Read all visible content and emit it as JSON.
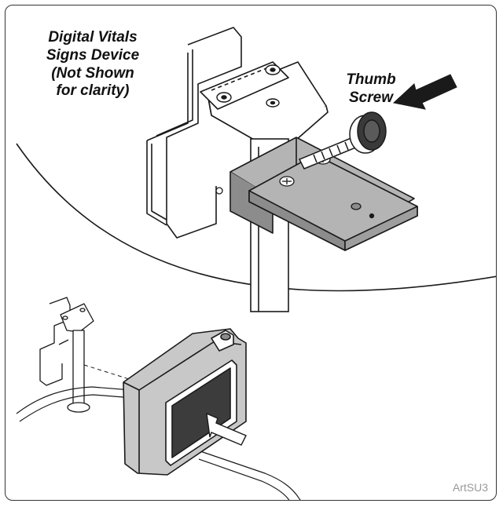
{
  "labels": {
    "device_line1": "Digital Vitals",
    "device_line2": "Signs Device",
    "device_line3": "(Not Shown",
    "device_line4": "for clarity)",
    "thumb_line1": "Thumb",
    "thumb_line2": "Screw",
    "art_id": "ArtSU3"
  },
  "colors": {
    "outline": "#1a1a1a",
    "plate_fill": "#b4b4b4",
    "plate_dark": "#8c8c8c",
    "device_body": "#c8c8c8",
    "device_screen": "#3c3c3c",
    "arrow_fill": "#1a1a1a"
  }
}
